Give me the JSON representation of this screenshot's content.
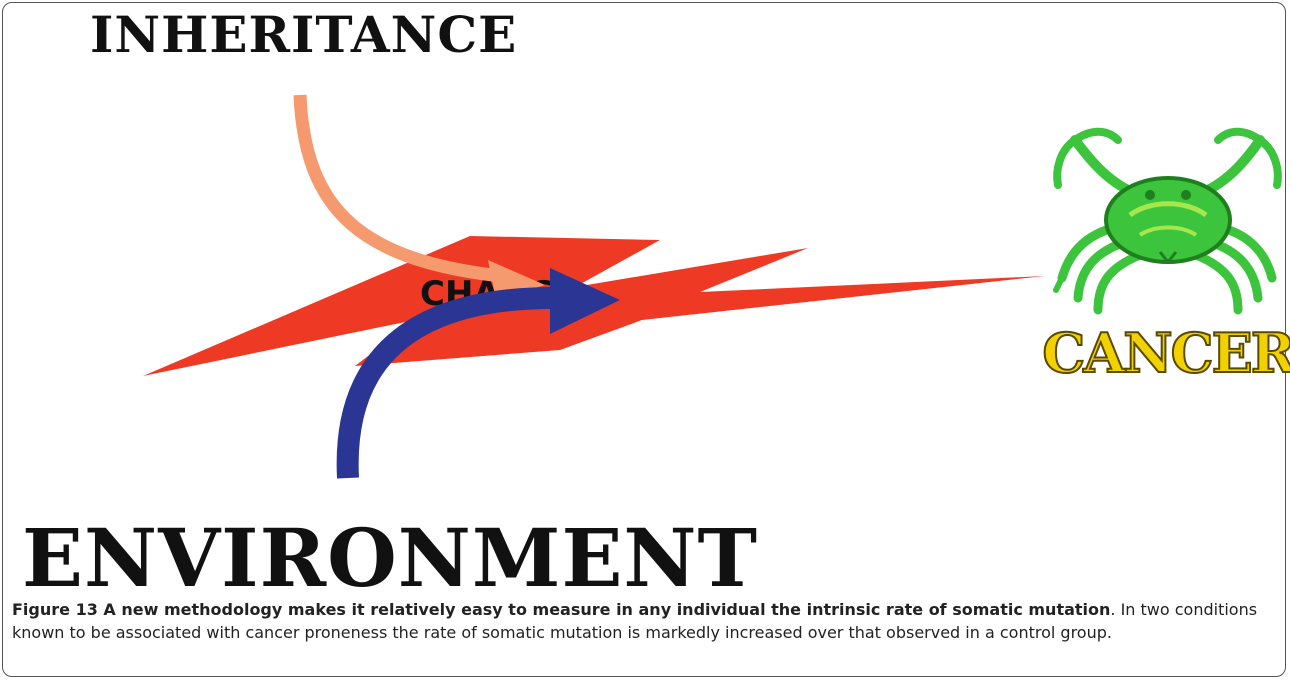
{
  "diagram": {
    "inheritance_label": "INHERITANCE",
    "environment_label": "ENVIRONMENT",
    "change_label": "CHANGE",
    "cancer_label": "CANCER",
    "colors": {
      "lightning": "#ee3a24",
      "inheritance_arrow": "#f59a6e",
      "environment_arrow": "#2b3593",
      "crab_green": "#3cc43c",
      "crab_dark": "#1f7f1f",
      "cancer_text": "#f2d100"
    },
    "icons": [
      "lightning-bolt",
      "crab-icon"
    ]
  },
  "caption": {
    "title": "Figure 13 A new methodology makes it relatively easy to measure in any individual the intrinsic rate of somatic mutation",
    "body": ". In two conditions known to be associated with cancer proneness the rate of somatic mutation is markedly increased over that observed in a control group."
  }
}
